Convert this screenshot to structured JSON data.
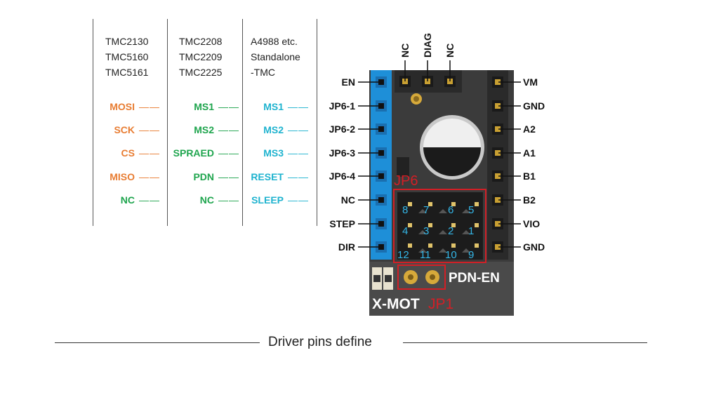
{
  "columns": {
    "tmc51xx": {
      "chips": [
        "TMC2130",
        "TMC5160",
        "TMC5161"
      ],
      "pins": [
        "MOSI",
        "SCK",
        "CS",
        "MISO",
        "NC"
      ],
      "pin_colors": [
        "#e87d33",
        "#e87d33",
        "#e87d33",
        "#e87d33",
        "#1fa54e"
      ]
    },
    "tmc22xx": {
      "chips": [
        "TMC2208",
        "TMC2209",
        "TMC2225"
      ],
      "pins": [
        "MS1",
        "MS2",
        "SPRAED",
        "PDN",
        "NC"
      ],
      "pin_colors": [
        "#1fa54e",
        "#1fa54e",
        "#1fa54e",
        "#1fa54e",
        "#1fa54e"
      ]
    },
    "standalone": {
      "chips": [
        "A4988 etc.",
        "Standalone",
        "-TMC"
      ],
      "pins": [
        "MS1",
        "MS2",
        "MS3",
        "RESET",
        "SLEEP"
      ],
      "pin_colors": [
        "#1fb3cf",
        "#1fb3cf",
        "#1fb3cf",
        "#1fb3cf",
        "#1fb3cf"
      ]
    }
  },
  "dash": "——",
  "board": {
    "top_labels": [
      "NC",
      "DIAG",
      "NC"
    ],
    "left_labels": [
      "EN",
      "JP6-1",
      "JP6-2",
      "JP6-3",
      "JP6-4",
      "NC",
      "STEP",
      "DIR"
    ],
    "right_labels": [
      "VM",
      "GND",
      "A2",
      "A1",
      "B1",
      "B2",
      "VIO",
      "GND"
    ],
    "jp6_label": "JP6",
    "jp6_numbers_top": [
      "8",
      "7",
      "6",
      "5"
    ],
    "jp6_numbers_mid": [
      "4",
      "3",
      "2",
      "1"
    ],
    "jp6_numbers_bot": [
      "12",
      "11",
      "10",
      "9"
    ],
    "pdn_en_label": "PDN-EN",
    "xmot_label": "X-MOT",
    "jp1_label": "JP1",
    "colors": {
      "pcb": "#3a3a3a",
      "header_blue": "#1e8fd8",
      "jp_red": "#d21f26",
      "pin_number_cyan": "#34b7e8",
      "pad_gold": "#d6a93a"
    }
  },
  "caption": "Driver pins define"
}
